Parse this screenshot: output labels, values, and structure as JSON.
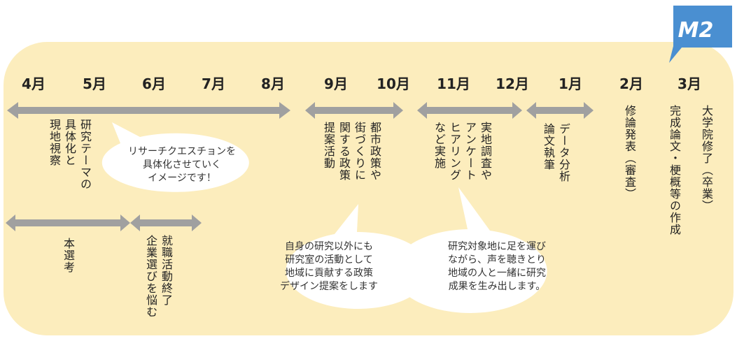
{
  "badge": {
    "label": "M2",
    "color": "#4a8fd1"
  },
  "panel": {
    "color": "#fcedbd"
  },
  "arrow_color": "#a0a0a0",
  "months": [
    "4月",
    "5月",
    "6月",
    "7月",
    "8月",
    "9月",
    "10月",
    "11月",
    "12月",
    "1月",
    "2月",
    "3月"
  ],
  "activities": [
    {
      "lines": [
        "研究テーマの",
        "具体化と",
        "現地視察"
      ]
    },
    {
      "lines": [
        "本選考"
      ]
    },
    {
      "lines": [
        "就職活動終了",
        "企業選びを悩む"
      ]
    },
    {
      "lines": [
        "都市政策や",
        "街づくりに",
        "関する政策",
        "提案活動"
      ]
    },
    {
      "lines": [
        "実地調査や",
        "アンケート",
        "ヒアリング",
        "など実施"
      ]
    },
    {
      "lines": [
        "データ分析",
        "論文執筆"
      ]
    },
    {
      "lines": [
        "修論発表（審査）"
      ]
    },
    {
      "lines": [
        "完成論文・梗概等の作成"
      ]
    },
    {
      "lines": [
        "大学院修了（卒業）"
      ]
    }
  ],
  "bubbles": [
    {
      "lines": [
        "リサーチクエスチョンを",
        "具体化させていく",
        "イメージです！"
      ]
    },
    {
      "lines": [
        "自身の研究以外にも",
        "研究室の活動として",
        "地域に貢献する政策",
        "デザイン提案をします"
      ]
    },
    {
      "lines": [
        "研究対象地に足を運び",
        "ながら、声を聴きとり",
        "地域の人と一緒に研究",
        "成果を生み出します。"
      ]
    }
  ]
}
